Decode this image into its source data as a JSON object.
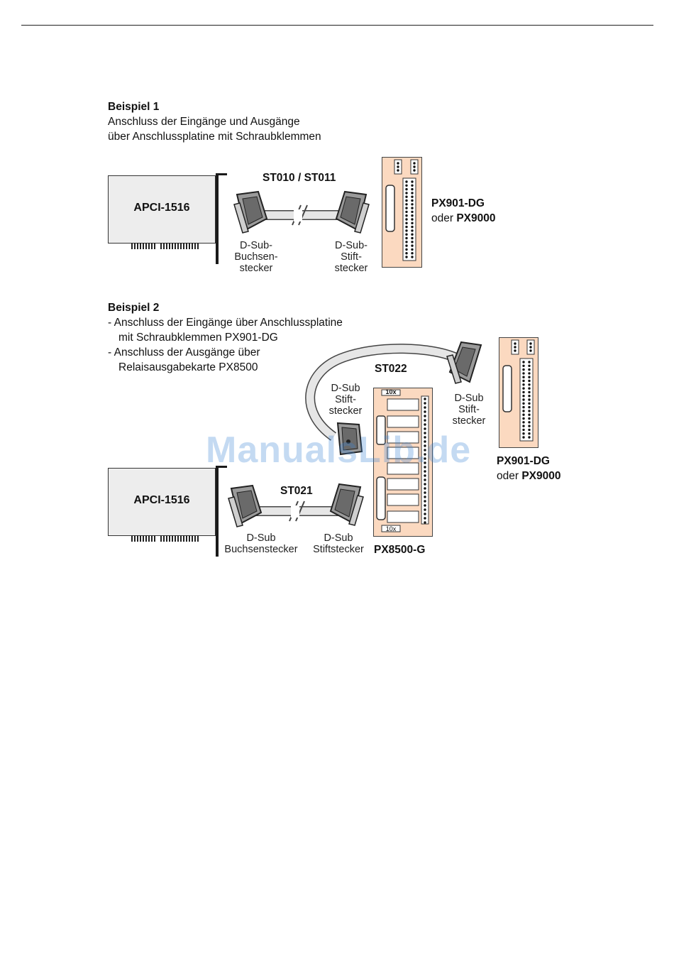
{
  "example1": {
    "title": "Beispiel 1",
    "line1": "Anschluss der Eingänge und Ausgänge",
    "line2": "über Anschlussplatine mit Schraubklemmen",
    "card_label": "APCI-1516",
    "cable_label": "ST010 / ST011",
    "connector_left": "D-Sub-\nBuchsen-\nstecker",
    "connector_right": "D-Sub-\nStift-\nstecker",
    "board_name": "PX901-DG",
    "board_alt_prefix": "oder ",
    "board_alt": "PX9000"
  },
  "example2": {
    "title": "Beispiel 2",
    "line1": "-  Anschluss der Eingänge über Anschlussplatine",
    "line2": "mit Schraubklemmen PX901-DG",
    "line3": "- Anschluss der Ausgänge über",
    "line4": "Relaisausgabekarte PX8500",
    "card_label": "APCI-1516",
    "cable_top_label": "ST022",
    "cable_bottom_label": "ST021",
    "connector_top_left": "D-Sub\nStift-\nstecker",
    "connector_top_right": "D-Sub\nStift-\nstecker",
    "connector_bottom_left": "D-Sub\nBuchsenstecker",
    "connector_bottom_right": "D-Sub\nStiftstecker",
    "relay_board_name": "PX8500-G",
    "relay_tag_top": "10x",
    "relay_tag_bottom": "10x",
    "board_name": "PX901-DG",
    "board_alt_prefix": "oder ",
    "board_alt": "PX9000"
  },
  "watermark": "ManualsLib.de",
  "colors": {
    "board": "#fbd9c0",
    "card": "#ededed",
    "cable": "#e6e6e6",
    "watermark": "#3e86d6"
  }
}
